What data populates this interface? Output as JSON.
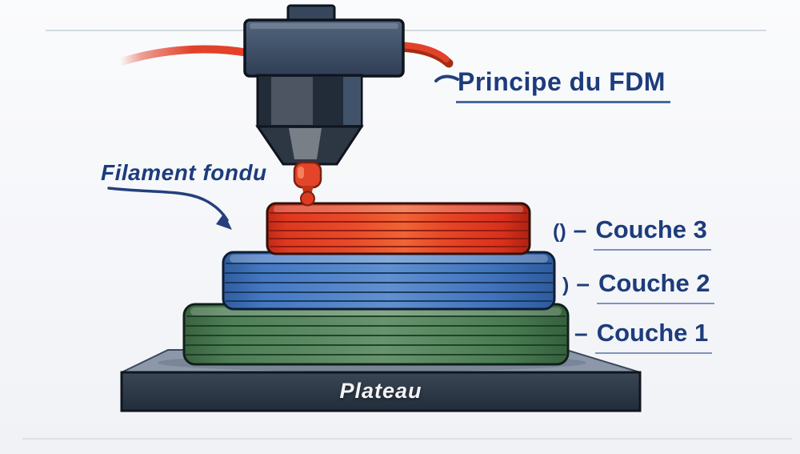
{
  "title": "Principe du FDM",
  "annotations": {
    "filament_label": "Filament fondu",
    "plateau_label": "Plateau"
  },
  "layer_labels": [
    {
      "marker": "()",
      "dash": "–",
      "label": "Couche 3"
    },
    {
      "marker": ")",
      "dash": "–",
      "label": "Couche 2"
    },
    {
      "marker": "",
      "dash": "–",
      "label": "Couche 1"
    }
  ],
  "colors": {
    "text_navy": "#1d3c7c",
    "underline_blue": "#46699e",
    "layer3_red": "#e2412a",
    "layer2_blue": "#4377c2",
    "layer1_green": "#4d7f55",
    "filament_red": "#e2412a",
    "extruder_body": "#3c4f68",
    "nozzle_dark": "#2d3744",
    "plateau_front": "#2d3947",
    "plateau_top": "#8c98a9",
    "background": "#f6f7f9"
  }
}
